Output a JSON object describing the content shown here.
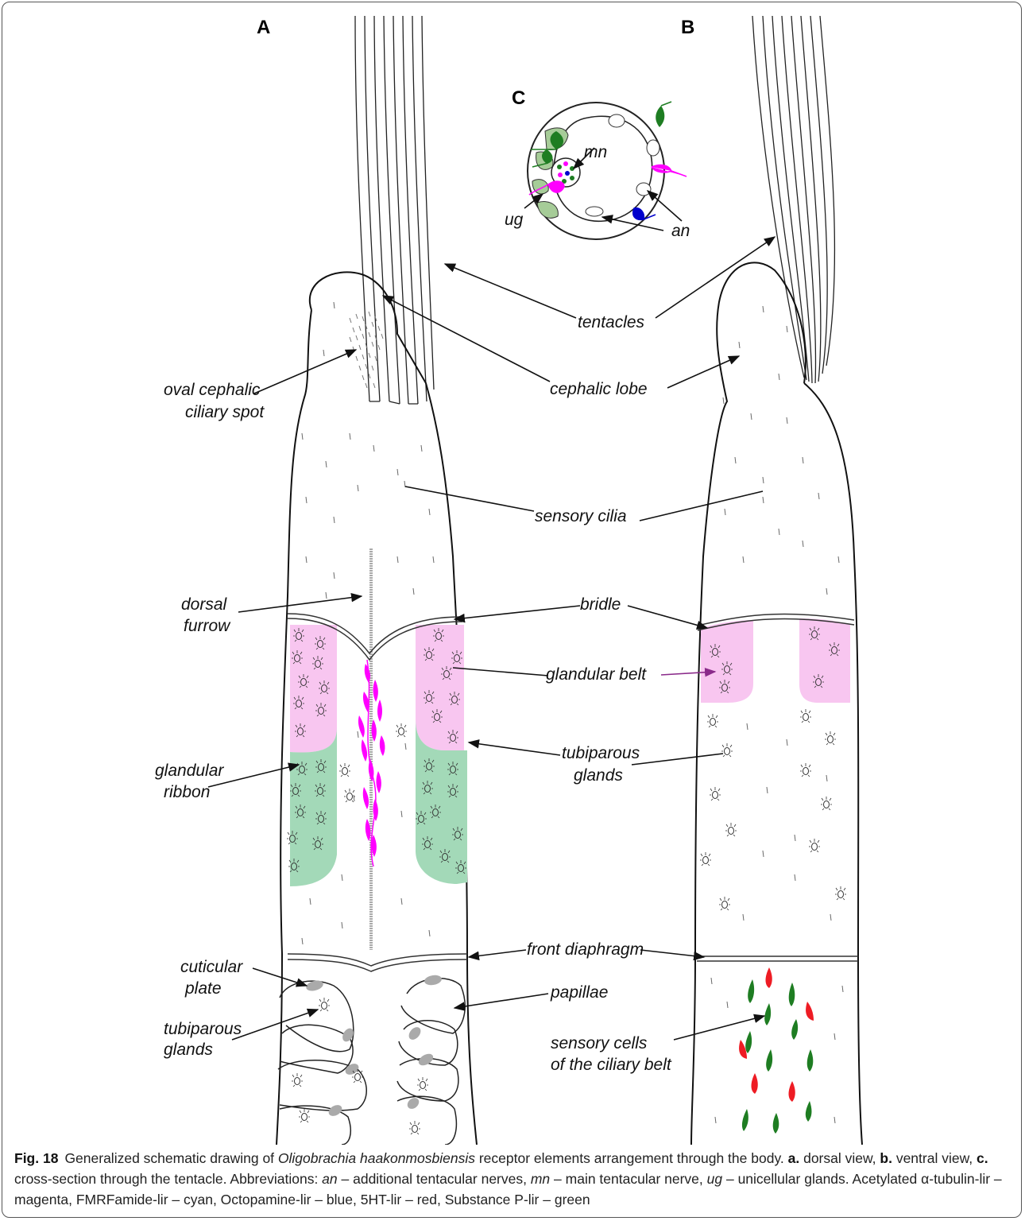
{
  "panels": {
    "a": "A",
    "b": "B",
    "c": "C"
  },
  "labels": {
    "mn": "mn",
    "ug": "ug",
    "an": "an",
    "tentacles": "tentacles",
    "cephalic_lobe": "cephalic lobe",
    "oval_spot_1": "oval cephalic",
    "oval_spot_2": "ciliary spot",
    "sensory_cilia": "sensory cilia",
    "dorsal_furrow_1": "dorsal",
    "dorsal_furrow_2": "furrow",
    "bridle": "bridle",
    "glandular_belt": "glandular belt",
    "glandular_ribbon_1": "glandular",
    "glandular_ribbon_2": "ribbon",
    "tubiparous_1": "tubiparous",
    "tubiparous_2": "glands",
    "front_diaphragm": "front diaphragm",
    "cuticular_plate_1": "cuticular",
    "cuticular_plate_2": "plate",
    "papillae": "papillae",
    "tubiparous_low_1": "tubiparous",
    "tubiparous_low_2": "glands",
    "sensory_cells_1": "sensory cells",
    "sensory_cells_2": "of the ciliary belt"
  },
  "colors": {
    "magenta": "#ff00ff",
    "pink_belt": "#f8c6f0",
    "green_ribbon": "#a3d9b8",
    "dark_green": "#1e7d22",
    "light_green": "#a6cc98",
    "red": "#ee1c24",
    "blue": "#0000cc"
  },
  "caption": {
    "fig_no": "Fig. 18",
    "t1": "Generalized schematic drawing of ",
    "species": "Oligobrachia haakonmosbiensis",
    "t2": " receptor elements arrangement through the body. ",
    "a": "a.",
    "t3": " dorsal view, ",
    "b": "b.",
    "t4": " ventral view, ",
    "c": "c.",
    "t5": " cross-section through the tentacle. Abbreviations: ",
    "an": "an",
    "t6": " – additional tentacular nerves, ",
    "mn": "mn",
    "t7": " – main tentacular nerve, ",
    "ug": "ug",
    "t8": " – unicellular glands. Acetylated α-tubulin-lir – magenta, FMRFamide-lir – cyan, Octopamine-lir – blue, 5HT-lir – red, Substance P-lir – green"
  }
}
